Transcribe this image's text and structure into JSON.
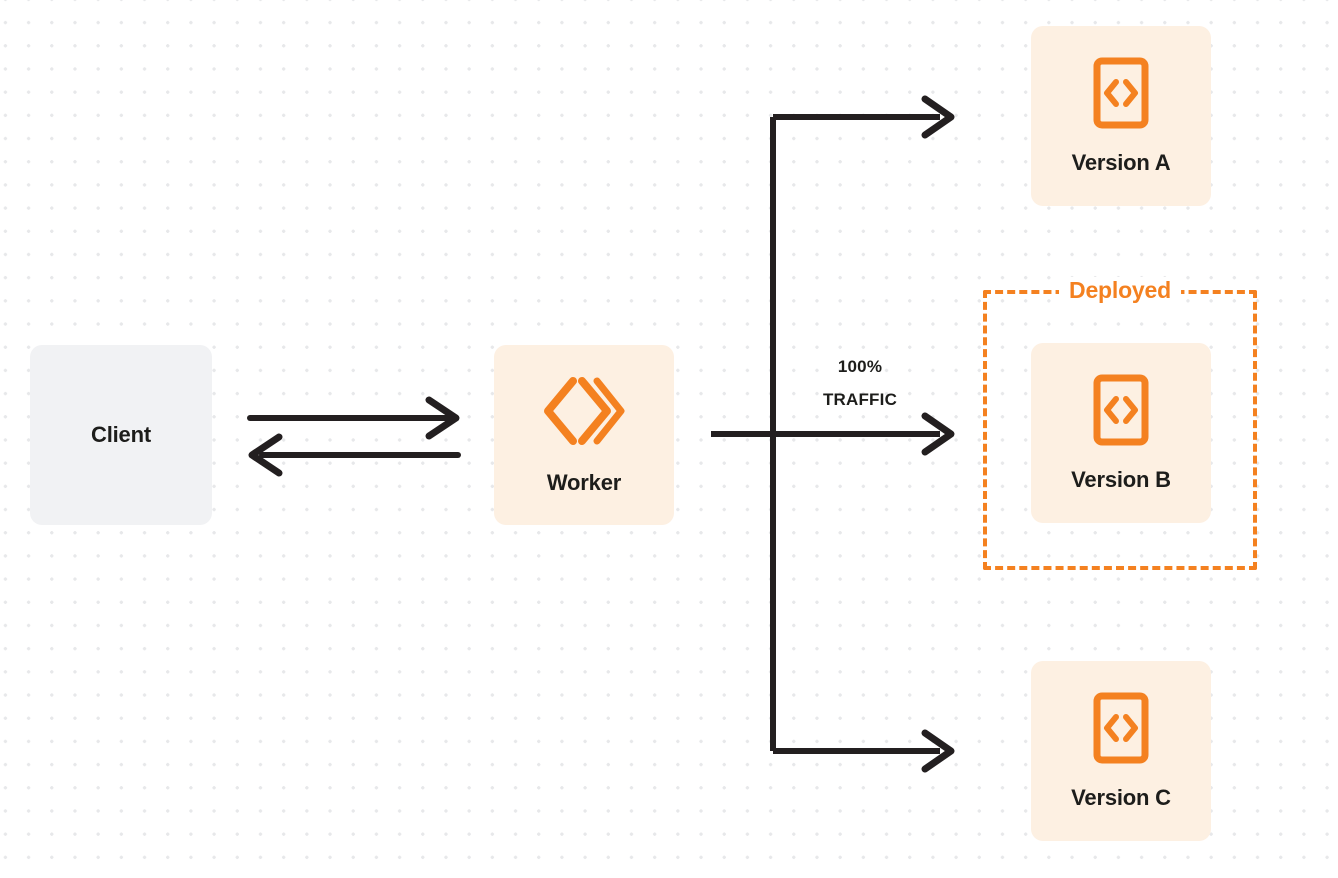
{
  "diagram": {
    "title": "Worker traffic routing to versions",
    "colors": {
      "accent_orange": "#f48120",
      "card_cream": "#fdf0e2",
      "client_gray": "#f1f2f4",
      "line_dark": "#231f20",
      "text_dark": "#1d1d1b",
      "background": "#ffffff",
      "dot_grid": "#e7e8ea"
    }
  },
  "client": {
    "label": "Client",
    "icon": "none"
  },
  "worker": {
    "label": "Worker",
    "icon": "cloudflare-workers-logo"
  },
  "traffic": {
    "percent_line": "100%",
    "traffic_line": "TRAFFIC"
  },
  "deployed_group": {
    "label": "Deployed",
    "contains": "Version B"
  },
  "versions": [
    {
      "id": "a",
      "label": "Version A",
      "icon": "code-file-icon",
      "deployed": false
    },
    {
      "id": "b",
      "label": "Version B",
      "icon": "code-file-icon",
      "deployed": true
    },
    {
      "id": "c",
      "label": "Version C",
      "icon": "code-file-icon",
      "deployed": false
    }
  ]
}
